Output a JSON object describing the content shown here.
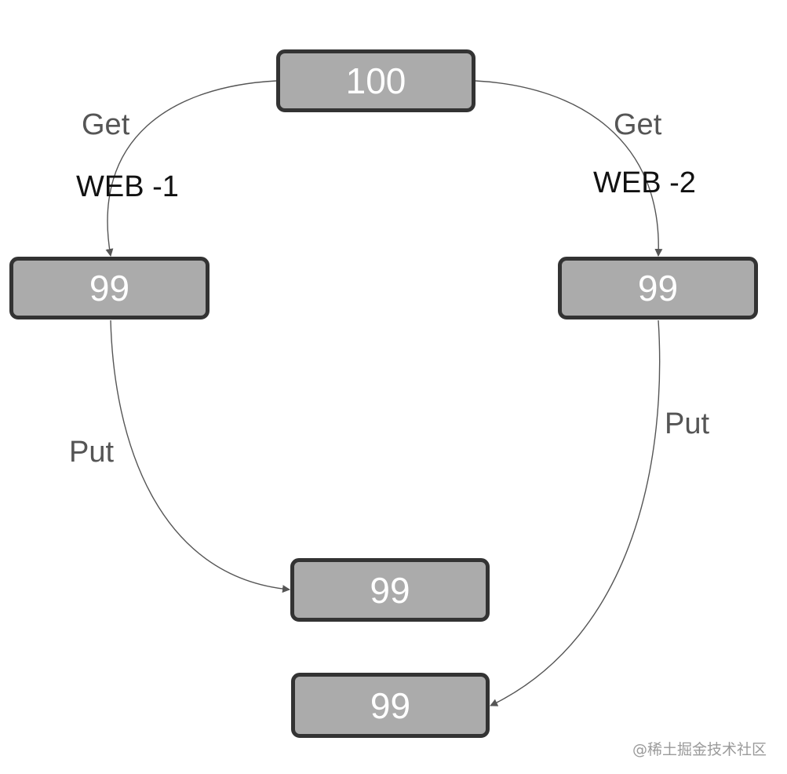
{
  "nodes": {
    "top": "100",
    "left": "99",
    "right": "99",
    "bottom_1": "99",
    "bottom_2": "99"
  },
  "edge_labels": {
    "get_left": "Get",
    "web_1": "WEB -1",
    "get_right": "Get",
    "web_2": "WEB -2",
    "put_left": "Put",
    "put_right": "Put"
  },
  "watermark": "@稀土掘金技术社区",
  "colors": {
    "node_fill": "#ababab",
    "node_border": "#333333",
    "node_text": "#ffffff",
    "edge": "#555555",
    "label_gray": "#555555",
    "label_black": "#111111",
    "watermark": "#9a9a9a"
  }
}
